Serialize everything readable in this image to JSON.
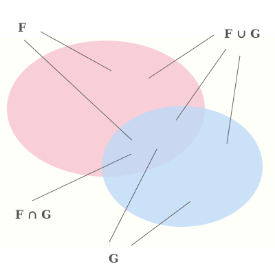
{
  "labels": {
    "f": "F",
    "union": "F ∪ G",
    "intersection": "F ∩ G",
    "g": "G"
  },
  "colors": {
    "background": "#fffff9",
    "set_f_fill": "#f7c5cf",
    "set_g_fill": "#c2dcf7",
    "overlap_fill": "#c9b5da",
    "leader_line": "#555555",
    "label_text": "#555555"
  }
}
